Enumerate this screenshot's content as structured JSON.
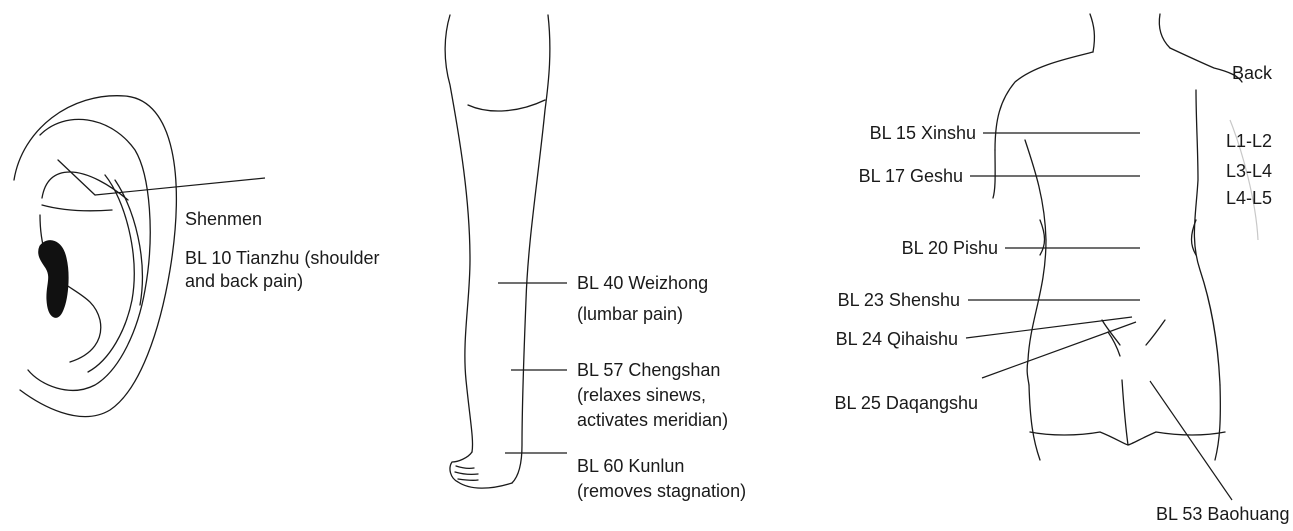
{
  "ear": {
    "shenmen": "Shenmen",
    "bl10_line1": "BL 10 Tianzhu (shoulder",
    "bl10_line2": "and back pain)"
  },
  "leg": {
    "bl40_line1": "BL 40 Weizhong",
    "bl40_line2": "(lumbar pain)",
    "bl57_line1": "BL 57 Chengshan",
    "bl57_line2": "(relaxes sinews,",
    "bl57_line3": "activates meridian)",
    "bl60_line1": "BL 60 Kunlun",
    "bl60_line2": "(removes stagnation)"
  },
  "back": {
    "title": "Back",
    "spine_levels": [
      "L1-L2",
      "L3-L4",
      "L4-L5"
    ],
    "points": {
      "bl15": "BL 15 Xinshu",
      "bl17": "BL 17 Geshu",
      "bl20": "BL 20 Pishu",
      "bl23": "BL 23 Shenshu",
      "bl24": "BL 24 Qihaishu",
      "bl25": "BL 25 Daqangshu",
      "bl53": "BL 53 Baohuang"
    }
  },
  "colors": {
    "line": "#1a1a1a",
    "ear_fill": "#111111",
    "spine_guide": "#c8c8c8"
  }
}
